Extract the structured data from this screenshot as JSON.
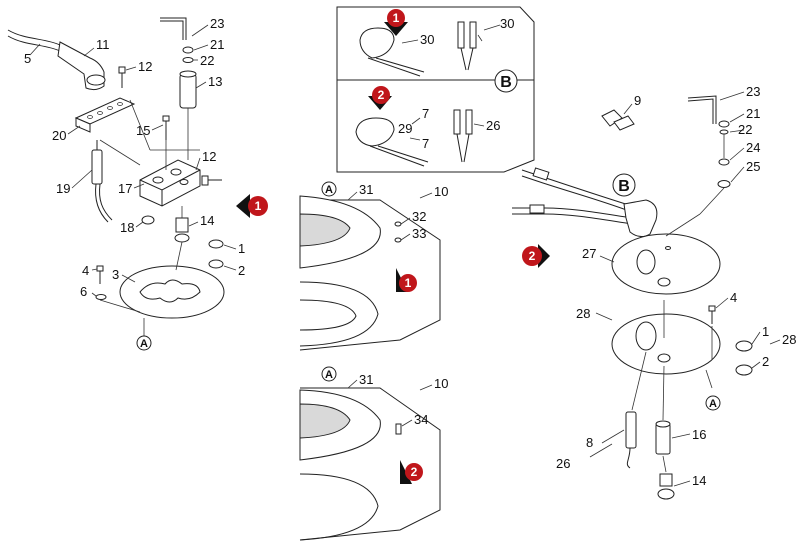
{
  "labels": [
    "23",
    "21",
    "22",
    "13",
    "11",
    "12",
    "5",
    "15",
    "20",
    "12",
    "17",
    "19",
    "18",
    "14",
    "1",
    "2",
    "4",
    "3",
    "6",
    "30",
    "30",
    "7",
    "29",
    "7",
    "26",
    "31",
    "10",
    "32",
    "33",
    "31",
    "10",
    "34",
    "9",
    "23",
    "21",
    "22",
    "24",
    "25",
    "27",
    "4",
    "28",
    "1",
    "28",
    "2",
    "16",
    "8",
    "26",
    "14"
  ],
  "callouts": {
    "a": "A",
    "b": "B"
  },
  "markers": {
    "one": "1",
    "two": "2"
  },
  "colors": {
    "marker_red": "#c0161b",
    "marker_black": "#111111"
  }
}
